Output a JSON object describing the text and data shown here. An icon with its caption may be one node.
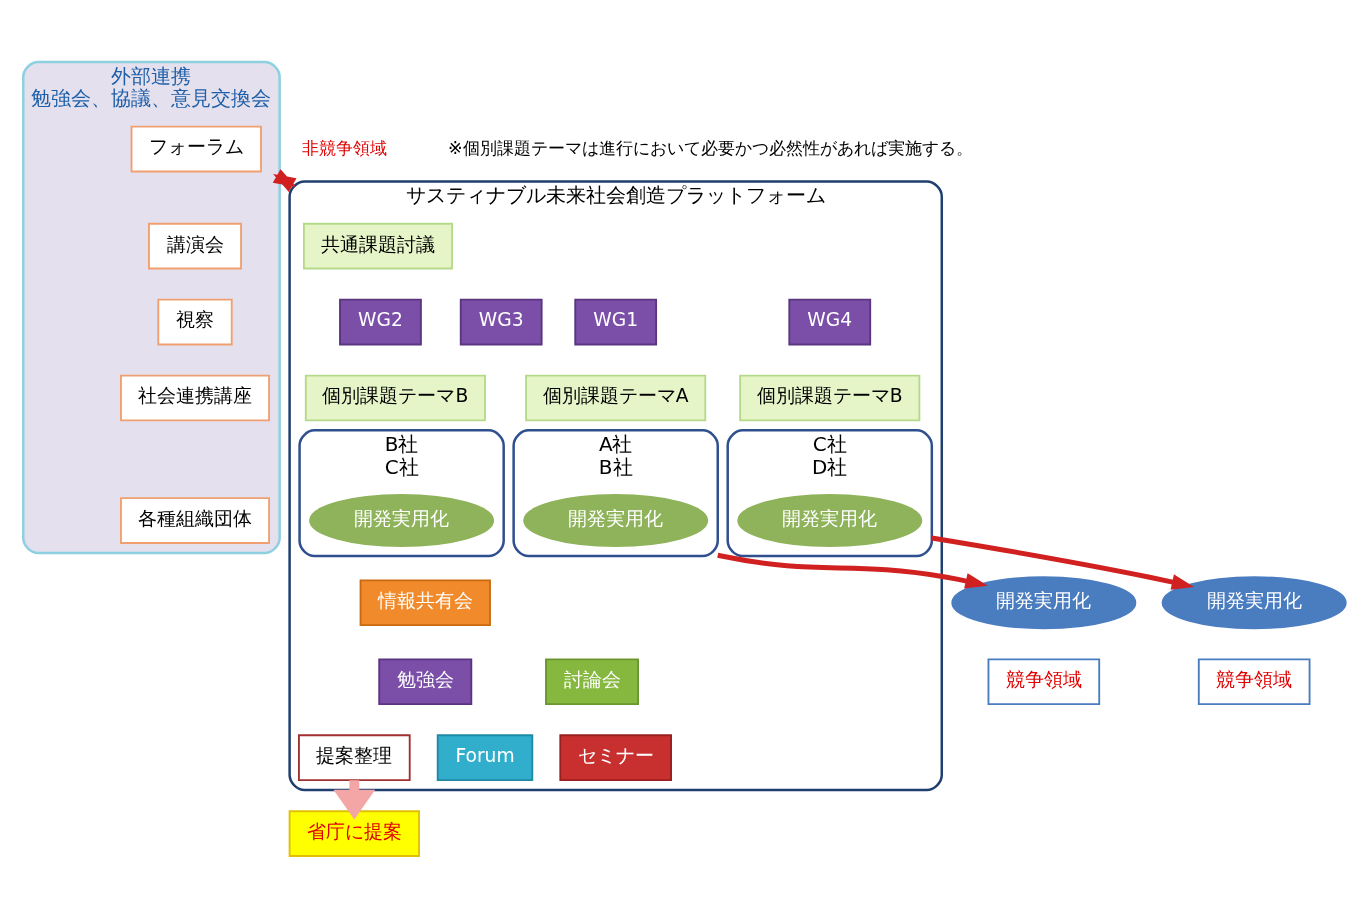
{
  "diagram": {
    "nodes": [
      {
        "text": [
          "外部連携",
          "勉強会、協議、意見交換会"
        ]
      },
      {
        "text": [
          "フォーラム"
        ],
        "in": 0
      },
      {
        "text": [
          "講演会"
        ],
        "in": 0
      },
      {
        "text": [
          "視察"
        ],
        "in": 0
      },
      {
        "text": [
          "社会連携講座"
        ],
        "in": 0
      },
      {
        "text": [
          "各種組織団体"
        ],
        "in": 0
      },
      {
        "text": [
          "サスティナブル未来社会創造プラットフォーム"
        ]
      },
      {
        "text": [
          "共通課題討議"
        ],
        "in": 6
      },
      {
        "text": [
          "WG1"
        ],
        "in": 6
      },
      {
        "text": [
          "WG2"
        ],
        "in": 6
      },
      {
        "text": [
          "WG3"
        ],
        "in": 6
      },
      {
        "text": [
          "WG4"
        ],
        "in": 6
      },
      {
        "text": [
          "個別課題テーマA"
        ],
        "in": 6
      },
      {
        "text": [
          "A社",
          "B社"
        ],
        "in": 6
      },
      {
        "text": [
          "開発実用化"
        ],
        "in": 13
      },
      {
        "text": [
          "個別課題テーマB"
        ],
        "in": 6
      },
      {
        "text": [
          "B社",
          "C社"
        ],
        "in": 6
      },
      {
        "text": [
          "開発実用化"
        ],
        "in": 16
      },
      {
        "text": [
          "個別課題テーマB"
        ],
        "in": 6
      },
      {
        "text": [
          "C社",
          "D社"
        ],
        "in": 6
      },
      {
        "text": [
          "開発実用化"
        ],
        "in": 19
      },
      {
        "text": [
          "情報共有会"
        ],
        "in": 6
      },
      {
        "text": [
          "勉強会"
        ],
        "in": 6
      },
      {
        "text": [
          "Forum"
        ],
        "in": 6
      },
      {
        "text": [
          "討論会"
        ],
        "in": 6
      },
      {
        "text": [
          "セミナー"
        ],
        "in": 6
      },
      {
        "text": [
          "提案整理"
        ],
        "in": 6
      },
      {
        "text": [
          "開発実用化"
        ]
      },
      {
        "text": [
          "競争領域"
        ]
      },
      {
        "text": [
          "開発実用化"
        ]
      },
      {
        "text": [
          "競争領域"
        ]
      },
      {
        "text": [
          "省庁に提案"
        ]
      }
    ],
    "edges": [
      {
        "from": 0,
        "to": 6,
        "arrow": "both"
      },
      {
        "from": 13,
        "to": 27,
        "arrow": "to"
      },
      {
        "from": 19,
        "to": 29,
        "arrow": "to"
      },
      {
        "from": 26,
        "to": 31,
        "arrow": "to",
        "style": "thick",
        "color": "#f4a6a6"
      }
    ],
    "labels": [
      "非競争領域",
      "※個別課題テーマは進行において必要かつ必然性があれば実施する。"
    ]
  }
}
